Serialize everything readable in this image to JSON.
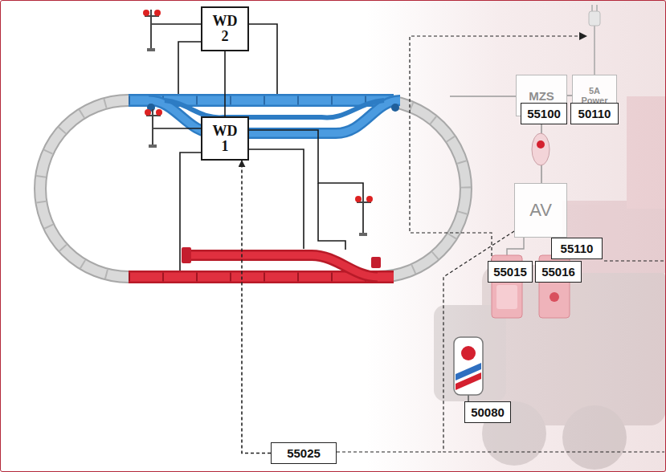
{
  "diagram": {
    "nodes": [
      {
        "text": [
          "WD 2"
        ]
      },
      {
        "text": [
          "WD 1"
        ]
      },
      {
        "text": [
          "MZS"
        ]
      },
      {
        "text": [
          "5A Power"
        ]
      },
      {
        "text": [
          "55100"
        ]
      },
      {
        "text": [
          "50110"
        ]
      },
      {
        "text": [
          "AV"
        ]
      },
      {
        "text": [
          "55110"
        ]
      },
      {
        "text": [
          "55015"
        ]
      },
      {
        "text": [
          "55016"
        ]
      },
      {
        "text": [
          "50080"
        ]
      },
      {
        "text": [
          "55025"
        ]
      }
    ],
    "edges": [
      {
        "from": 0,
        "to": 1,
        "arrow": "none"
      },
      {
        "from": 2,
        "to": 3,
        "arrow": "none"
      },
      {
        "from": 2,
        "to": 6,
        "arrow": "none"
      },
      {
        "from": 11,
        "to": 1,
        "arrow": "to"
      }
    ]
  }
}
